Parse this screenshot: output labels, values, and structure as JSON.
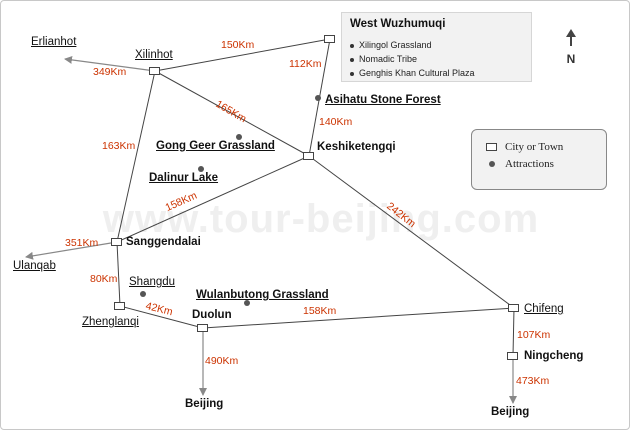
{
  "watermark": "www.tour-beijing.com",
  "info_box": {
    "title": "West Wuzhumuqi",
    "items": [
      "Xilingol Grassland",
      "Nomadic Tribe",
      "Genghis Khan Cultural Plaza"
    ]
  },
  "legend": {
    "city_label": "City or Town",
    "attraction_label": "Attractions"
  },
  "north_label": "N",
  "cities": {
    "xilinhot": "Xilinhot",
    "west_wuzhumuqi": "West Wuzhumuqi",
    "keshiketengqi": "Keshiketengqi",
    "sanggendalai": "Sanggendalai",
    "zhenglanqi": "Zhenglanqi",
    "duolun": "Duolun",
    "chifeng": "Chifeng",
    "ningcheng": "Ningcheng"
  },
  "destinations": {
    "erlianhot": "Erlianhot",
    "ulanqab": "Ulanqab",
    "beijing_duolun": "Beijing",
    "beijing_ningcheng": "Beijing"
  },
  "attractions": {
    "asihatu": "Asihatu Stone Forest",
    "gong_geer": "Gong Geer Grassland",
    "dalinur": "Dalinur Lake",
    "shangdu": "Shangdu",
    "wulanbutong": "Wulanbutong Grassland"
  },
  "distances": {
    "xilinhot_west_wuzhumuqi": "150Km",
    "xilinhot_erlianhot": "349Km",
    "west_wuzhumuqi_asihatu": "112Km",
    "asihatu_keshiketengqi": "140Km",
    "xilinhot_keshiketengqi": "165Km",
    "xilinhot_sanggendalai": "163Km",
    "keshiketengqi_sanggendalai": "158Km",
    "keshiketengqi_chifeng": "242Km",
    "sanggendalai_ulanqab": "351Km",
    "sanggendalai_zhenglanqi": "80Km",
    "zhenglanqi_duolun": "42Km",
    "duolun_chifeng": "158Km",
    "duolun_beijing": "490Km",
    "chifeng_ningcheng": "107Km",
    "ningcheng_beijing": "473Km"
  }
}
